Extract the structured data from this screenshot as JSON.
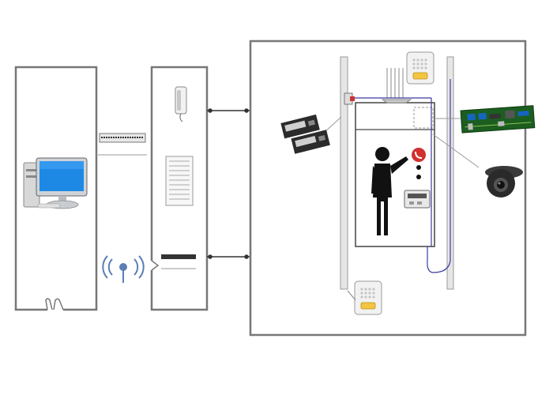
{
  "diagram": {
    "rooms": [
      {
        "id": "control-room",
        "contents": [
          "computer"
        ]
      },
      {
        "id": "equipment-room",
        "contents": [
          "intercom-handset",
          "information-panel",
          "network-switch-small",
          "wireless-access-point"
        ]
      },
      {
        "id": "elevator-area",
        "contents": [
          "elevator-car",
          "speaker-top",
          "speaker-bottom",
          "controller-modules",
          "circuit-board",
          "dome-camera"
        ]
      }
    ],
    "devices": [
      {
        "name": "computer",
        "icon": "monitor-icon"
      },
      {
        "name": "network-switch",
        "icon": "switch-icon"
      },
      {
        "name": "intercom-handset",
        "icon": "phone-icon"
      },
      {
        "name": "information-panel",
        "icon": "panel-icon"
      },
      {
        "name": "wireless-access-point",
        "icon": "wifi-antenna-icon"
      },
      {
        "name": "speaker",
        "icon": "speaker-icon"
      },
      {
        "name": "controller-modules",
        "icon": "module-icon"
      },
      {
        "name": "circuit-board",
        "icon": "pcb-icon"
      },
      {
        "name": "dome-camera",
        "icon": "camera-icon"
      },
      {
        "name": "emergency-call-button",
        "icon": "phone-call-icon"
      },
      {
        "name": "person",
        "icon": "person-icon"
      }
    ],
    "colors": {
      "wall": "#777777",
      "cable": "#444444",
      "cable-blue": "#3a3aa0",
      "monitor-screen": "#1e88e5",
      "call-button": "#d32f2f",
      "board": "#1b5e20",
      "speaker-light": "#f4c542"
    }
  }
}
